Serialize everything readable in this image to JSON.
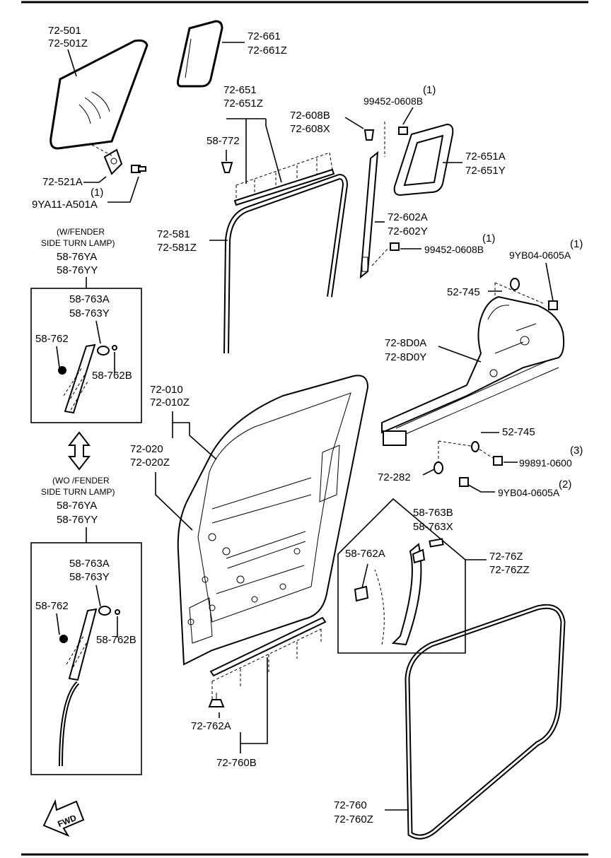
{
  "labels": {
    "glass_front": [
      "72-501",
      "72-501Z"
    ],
    "glass_quarter": [
      "72-661",
      "72-661Z"
    ],
    "weatherstrip_top": [
      "72-651",
      "72-651Z"
    ],
    "clip_58772": "58-772",
    "bolt_608": [
      "72-608B",
      "72-608X"
    ],
    "bolt_99452_top_qty": "(1)",
    "bolt_99452_top": "99452-0608B",
    "seal_651a": [
      "72-651A",
      "72-651Y"
    ],
    "bracket_521a": "72-521A",
    "bolt_9ya11_qty": "(1)",
    "bolt_9ya11": "9YA11-A501A",
    "channel_581": [
      "72-581",
      "72-581Z"
    ],
    "channel_602a": [
      "72-602A",
      "72-602Y"
    ],
    "bolt_99452_mid_qty": "(1)",
    "bolt_99452_mid": "99452-0608B",
    "nut_9yb04_top_qty": "(1)",
    "nut_9yb04_top": "9YB04-0605A",
    "washer_52745_top": "52-745",
    "rail_8d0": [
      "72-8D0A",
      "72-8D0Y"
    ],
    "door_010": [
      "72-010",
      "72-010Z"
    ],
    "door_020": [
      "72-020",
      "72-020Z"
    ],
    "washer_52745_bot": "52-745",
    "nut_99891_qty": "(3)",
    "nut_99891": "99891-0600",
    "washer_282": "72-282",
    "nut_9yb04_bot_qty": "(2)",
    "nut_9yb04_bot": "9YB04-0605A",
    "garnish_763b": [
      "58-763B",
      "58-763X"
    ],
    "clip_762a_right": "58-762A",
    "garnish_76z": [
      "72-76Z",
      "72-76ZZ"
    ],
    "clip_762a_bot": "72-762A",
    "molding_760b": "72-760B",
    "weatherstrip_760": [
      "72-760",
      "72-760Z"
    ],
    "fwd_arrow": "FWD"
  },
  "box_with_lamp": {
    "note": [
      "(W/FENDER",
      "SIDE TURN LAMP)"
    ],
    "assy": [
      "58-76YA",
      "58-76YY"
    ],
    "garnish": [
      "58-763A",
      "58-763Y"
    ],
    "clip": "58-762",
    "clip_b": "58-762B"
  },
  "box_without_lamp": {
    "note": [
      "(WO /FENDER",
      "SIDE TURN LAMP)"
    ],
    "assy": [
      "58-76YA",
      "58-76YY"
    ],
    "garnish": [
      "58-763A",
      "58-763Y"
    ],
    "clip": "58-762",
    "clip_b": "58-762B"
  }
}
